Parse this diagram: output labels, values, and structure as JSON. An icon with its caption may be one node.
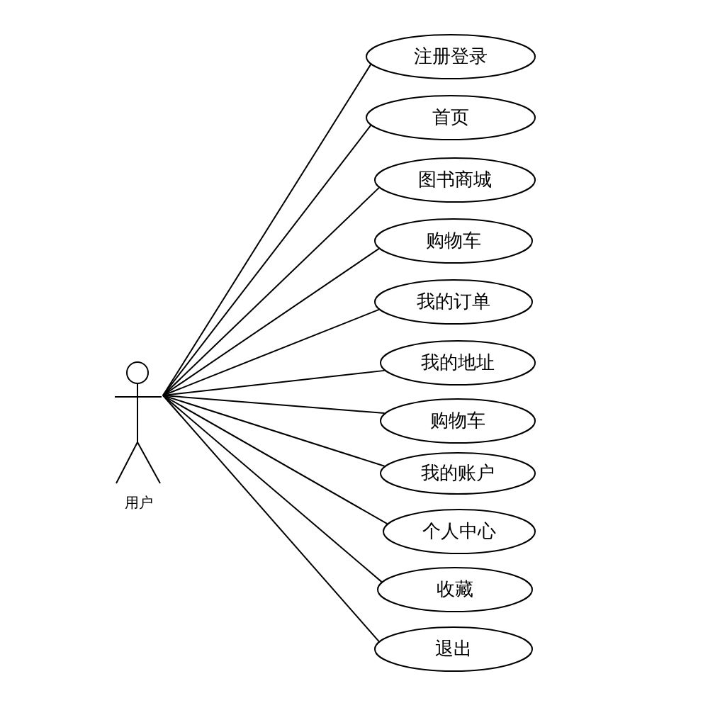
{
  "diagram": {
    "nodes": [
      {
        "text": [
          "用户"
        ]
      },
      {
        "text": [
          "注册登录"
        ]
      },
      {
        "text": [
          "首页"
        ]
      },
      {
        "text": [
          "图书商城"
        ]
      },
      {
        "text": [
          "购物车"
        ]
      },
      {
        "text": [
          "我的订单"
        ]
      },
      {
        "text": [
          "我的地址"
        ]
      },
      {
        "text": [
          "购物车"
        ]
      },
      {
        "text": [
          "我的账户"
        ]
      },
      {
        "text": [
          "个人中心"
        ]
      },
      {
        "text": [
          "收藏"
        ]
      },
      {
        "text": [
          "退出"
        ]
      }
    ],
    "edges": [
      {
        "from": 0,
        "to": 1,
        "arrow": "none"
      },
      {
        "from": 0,
        "to": 2,
        "arrow": "none"
      },
      {
        "from": 0,
        "to": 3,
        "arrow": "none"
      },
      {
        "from": 0,
        "to": 4,
        "arrow": "none"
      },
      {
        "from": 0,
        "to": 5,
        "arrow": "none"
      },
      {
        "from": 0,
        "to": 6,
        "arrow": "none"
      },
      {
        "from": 0,
        "to": 7,
        "arrow": "none"
      },
      {
        "from": 0,
        "to": 8,
        "arrow": "none"
      },
      {
        "from": 0,
        "to": 9,
        "arrow": "none"
      },
      {
        "from": 0,
        "to": 10,
        "arrow": "none"
      },
      {
        "from": 0,
        "to": 11,
        "arrow": "none"
      }
    ]
  }
}
